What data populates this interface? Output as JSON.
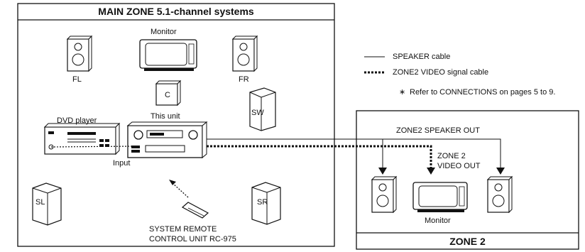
{
  "main_zone": {
    "title": "MAIN ZONE 5.1-channel systems"
  },
  "zone2": {
    "title": "ZONE 2",
    "speaker_out": "ZONE2 SPEAKER OUT",
    "video_out_line1": "ZONE 2",
    "video_out_line2": "VIDEO OUT",
    "monitor": "Monitor"
  },
  "legend": {
    "speaker_cable": "SPEAKER cable",
    "video_cable": "ZONE2 VIDEO signal cable",
    "note_star": "∗",
    "note": "Refer to CONNECTIONS on pages 5 to 9."
  },
  "devices": {
    "monitor": "Monitor",
    "fl": "FL",
    "fr": "FR",
    "center": "C",
    "sw": "SW",
    "sl": "SL",
    "sr": "SR",
    "dvd_player": "DVD player",
    "this_unit": "This unit",
    "input": "Input",
    "remote_line1": "SYSTEM REMOTE",
    "remote_line2": "CONTROL UNIT RC-975"
  }
}
